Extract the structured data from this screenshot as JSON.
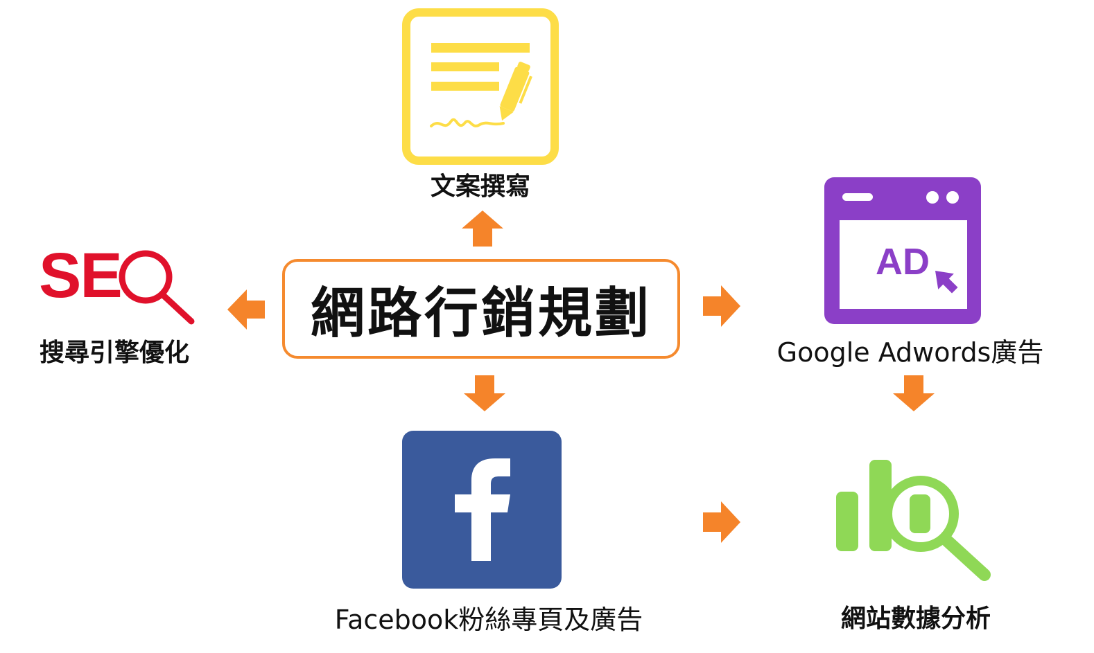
{
  "center": {
    "title": "網路行銷規劃",
    "border_color": "#f58a2e"
  },
  "nodes": {
    "copywriting": {
      "label": "文案撰寫",
      "icon": "document-pen-icon",
      "color": "#fddd47"
    },
    "seo": {
      "logo_text": "SEO",
      "label": "搜尋引擎優化",
      "icon": "magnifier-icon",
      "color": "#e0112b"
    },
    "adwords": {
      "label": "Google Adwords廣告",
      "icon_text": "AD",
      "icon": "browser-ad-icon",
      "color": "#8b3fc7"
    },
    "facebook": {
      "label": "Facebook粉絲專頁及廣告",
      "icon_text": "f",
      "icon": "facebook-icon",
      "color": "#3a5a9c"
    },
    "analytics": {
      "label": "網站數據分析",
      "icon": "chart-magnifier-icon",
      "color": "#8fd856"
    }
  },
  "arrow_color": "#f5842a"
}
